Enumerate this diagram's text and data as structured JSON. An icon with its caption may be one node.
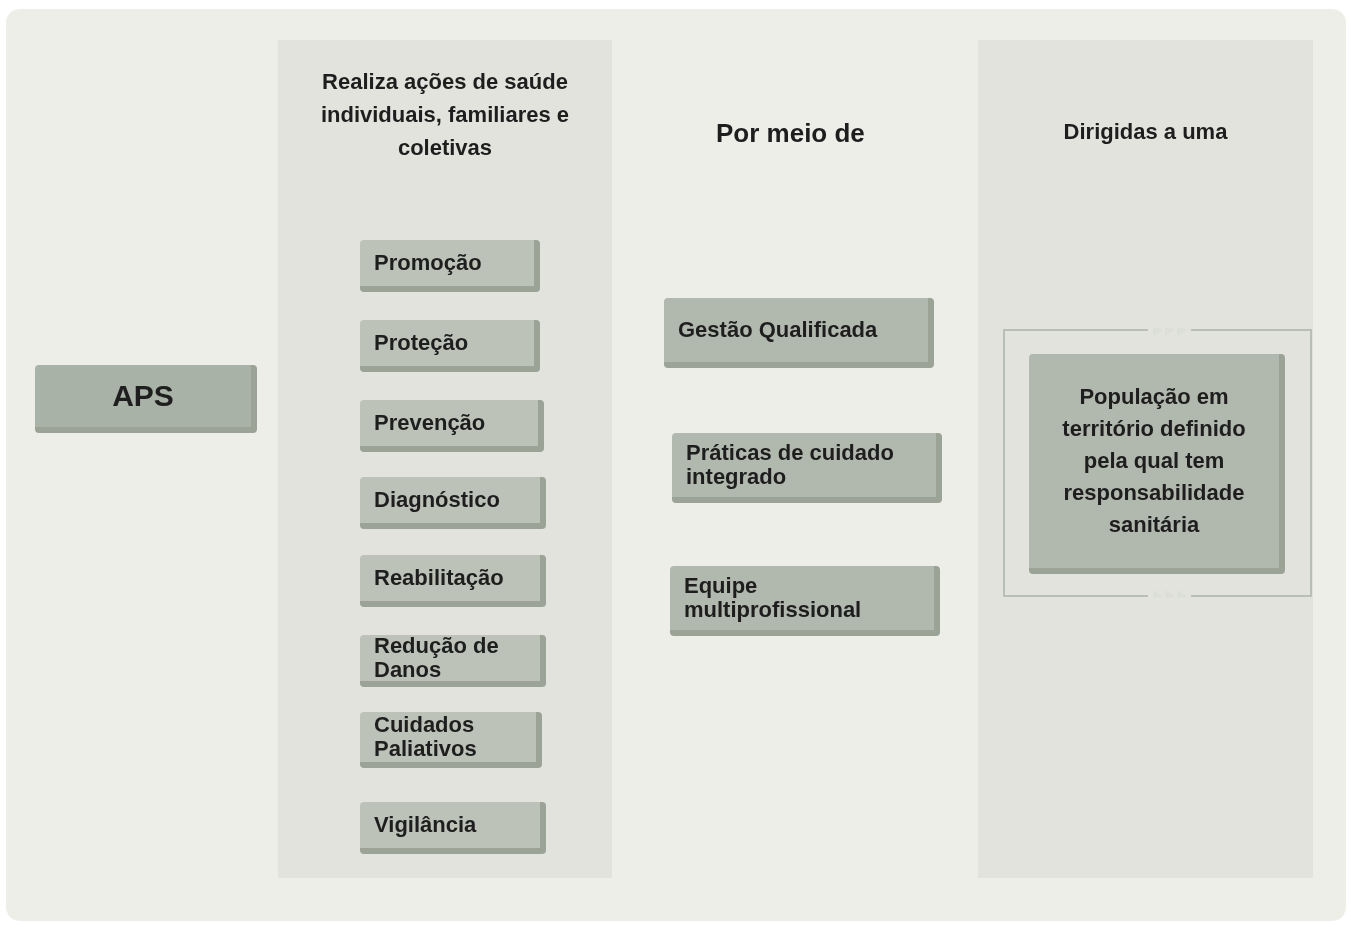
{
  "diagram": {
    "nodes": [
      {
        "text": [
          "APS"
        ]
      },
      {
        "text": [
          "Realiza ações de saúde individuais, familiares e coletivas"
        ]
      },
      {
        "text": [
          "Promoção"
        ],
        "in": 1
      },
      {
        "text": [
          "Proteção"
        ],
        "in": 1
      },
      {
        "text": [
          "Prevenção"
        ],
        "in": 1
      },
      {
        "text": [
          "Diagnóstico"
        ],
        "in": 1
      },
      {
        "text": [
          "Reabilitação"
        ],
        "in": 1
      },
      {
        "text": [
          "Redução de Danos"
        ],
        "in": 1
      },
      {
        "text": [
          "Cuidados Paliativos"
        ],
        "in": 1
      },
      {
        "text": [
          "Vigilância"
        ],
        "in": 1
      },
      {
        "text": [
          "Gestão Qualificada"
        ]
      },
      {
        "text": [
          "Práticas de cuidado integrado"
        ]
      },
      {
        "text": [
          "Equipe multiprofissional"
        ]
      },
      {
        "text": [
          "Dirigidas a uma"
        ]
      },
      {
        "text": [
          "População em território definido pela qual tem responsabilidade sanitária"
        ],
        "in": 13
      }
    ],
    "labels": [
      "Por meio de"
    ]
  }
}
